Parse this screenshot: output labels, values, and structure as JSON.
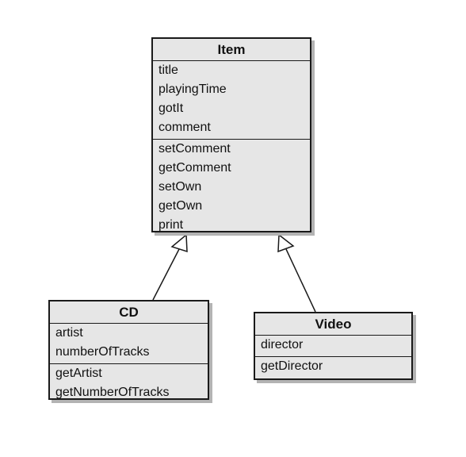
{
  "classes": {
    "item": {
      "name": "Item",
      "attributes": [
        "title",
        "playingTime",
        "gotIt",
        "comment"
      ],
      "methods": [
        "setComment",
        "getComment",
        "setOwn",
        "getOwn",
        "print"
      ]
    },
    "cd": {
      "name": "CD",
      "attributes": [
        "artist",
        "numberOfTracks"
      ],
      "methods": [
        "getArtist",
        "getNumberOfTracks"
      ]
    },
    "video": {
      "name": "Video",
      "attributes": [
        "director"
      ],
      "methods": [
        "getDirector"
      ]
    }
  },
  "relationships": [
    {
      "type": "generalization",
      "from": "CD",
      "to": "Item"
    },
    {
      "type": "generalization",
      "from": "Video",
      "to": "Item"
    }
  ],
  "colors": {
    "box_fill": "#e6e6e6",
    "box_border": "#1a1a1a",
    "shadow": "#b3b3b3"
  }
}
